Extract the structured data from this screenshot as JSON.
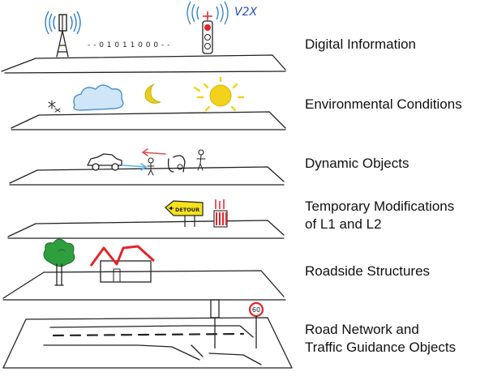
{
  "layers": [
    {
      "label": "Digital Information"
    },
    {
      "label": "Environmental Conditions"
    },
    {
      "label": "Dynamic Objects"
    },
    {
      "label": "Temporary Modifications\nof L1 and L2"
    },
    {
      "label": "Roadside Structures"
    },
    {
      "label": "Road Network and\nTraffic Guidance Objects"
    }
  ],
  "sketch_text": {
    "v2x": "V2X",
    "binary": "- - 0 1 0 1 1 0 0 0 - -",
    "detour": "DETOUR",
    "speed_limit": "60"
  },
  "colors": {
    "signal_blue": "#2a7fd4",
    "cloud_fill": "#cfe6f8",
    "cloud_stroke": "#4a90d0",
    "sun": "#f2d21a",
    "moon": "#e8cf18",
    "detour_sign": "#f5e21c",
    "roof_red": "#e3242b",
    "tree_green": "#2f9e3f",
    "arrow_red": "#e44b4b",
    "arrow_blue": "#4fb3e8",
    "hand_text": "#2a4fb8"
  }
}
